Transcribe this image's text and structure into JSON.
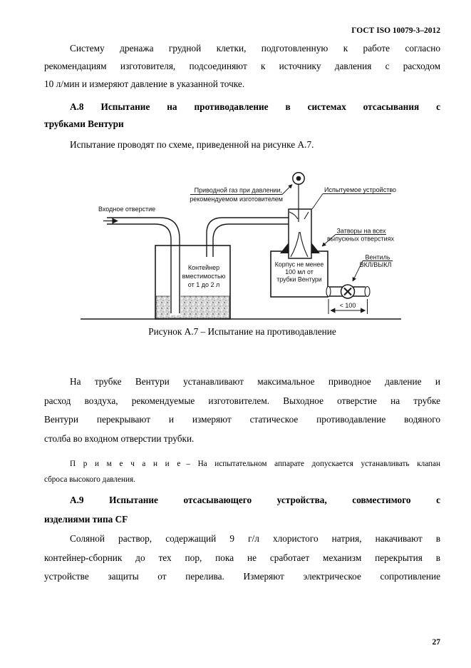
{
  "page": {
    "header": "ГОСТ ISO 10079-3–2012",
    "page_number": "27"
  },
  "content": {
    "para1": [
      "Систему дренажа грудной клетки, подготовленную к работе согласно",
      "рекомендациям изготовителя, подсоединяют к источнику давления с расходом",
      "10 л/мин и измеряют давление в указанной точке."
    ],
    "heading_a8": [
      "А.8 Испытание на противодавление в системах отсасывания с",
      "трубками Вентури"
    ],
    "para2": "Испытание проводят по схеме, приведенной на рисунке А.7.",
    "figure_caption": "Рисунок А.7 – Испытание на противодавление",
    "para3": [
      "На трубке Вентури устанавливают максимальное приводное давление и",
      "расход воздуха, рекомендуемые изготовителем. Выходное отверстие на трубке",
      "Вентури перекрывают и измеряют статическое противодавление водяного",
      "столба во входном отверстии трубки."
    ],
    "note": {
      "label": "П р и м е ч а н и е",
      "line1_rest": "–  На испытательном аппарате допускается устанавливать клапан",
      "line2": "сброса высокого давления."
    },
    "heading_a9": [
      "А.9 Испытание отсасывающего устройства, совместимого с",
      "изделиями типа CF"
    ],
    "para4": [
      "Соляной раствор, содержащий 9 г/л хлористого натрия, накачивают в",
      "контейнер-сборник до тех пор, пока не сработает механизм перекрытия в",
      "устройстве защиты от перелива. Измеряют электрическое сопротивление"
    ]
  },
  "figure": {
    "labels": {
      "inlet": "Входное отверстие",
      "drive_gas_1": "Приводной газ при давлении,",
      "drive_gas_2": "рекомендуемом изготовителем",
      "device": "Испытуемое устройство",
      "shutters_1": "Затворы на всех",
      "shutters_2": "выпускных отверстиях",
      "container_1": "Контейнер",
      "container_2": "вместимостью",
      "container_3": "от 1  до 2 л",
      "body_1": "Корпус не менее",
      "body_2": "100 мл от",
      "body_3": "трубки Вентури",
      "valve_1": "Вентиль",
      "valve_2": "ВКЛ/ВЫКЛ",
      "dimension": "< 100"
    }
  }
}
